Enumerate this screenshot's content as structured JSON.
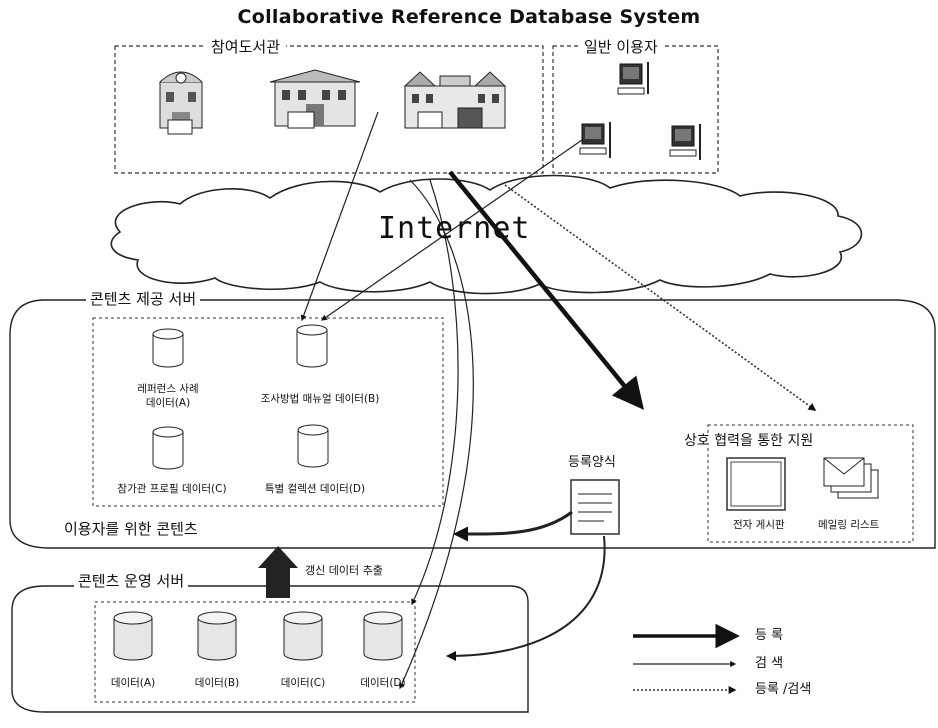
{
  "title": "Collaborative Reference Database System",
  "groups": {
    "libraries": "참여도서관",
    "users": "일반 이용자"
  },
  "internet": "Internet",
  "content_server": {
    "label": "콘텐츠 제공 서버",
    "databases": [
      {
        "line1": "레퍼런스 사례",
        "line2": "데이터(A)"
      },
      {
        "line1": "조사방법 매뉴얼 데이터(B)",
        "line2": ""
      },
      {
        "line1": "참가관 프로필 데이터(C)",
        "line2": ""
      },
      {
        "line1": "특별 컬렉션 데이터(D)",
        "line2": ""
      }
    ],
    "for_users": "이용자를 위한 콘텐츠"
  },
  "registration_form": "등록양식",
  "cooperation": {
    "label": "상호 협력을 통한 지원",
    "bulletin_board": "전자 게시판",
    "mailing_list": "메일링 리스트"
  },
  "ops_server": {
    "label": "콘텐츠 운영 서버",
    "update_extract": "갱신 데이터 추출",
    "databases": [
      "데이터(A)",
      "데이터(B)",
      "데이터(C)",
      "데이터(D)"
    ]
  },
  "legend": {
    "register": "등 록",
    "search": "검 색",
    "register_search": "등록 /검색"
  }
}
